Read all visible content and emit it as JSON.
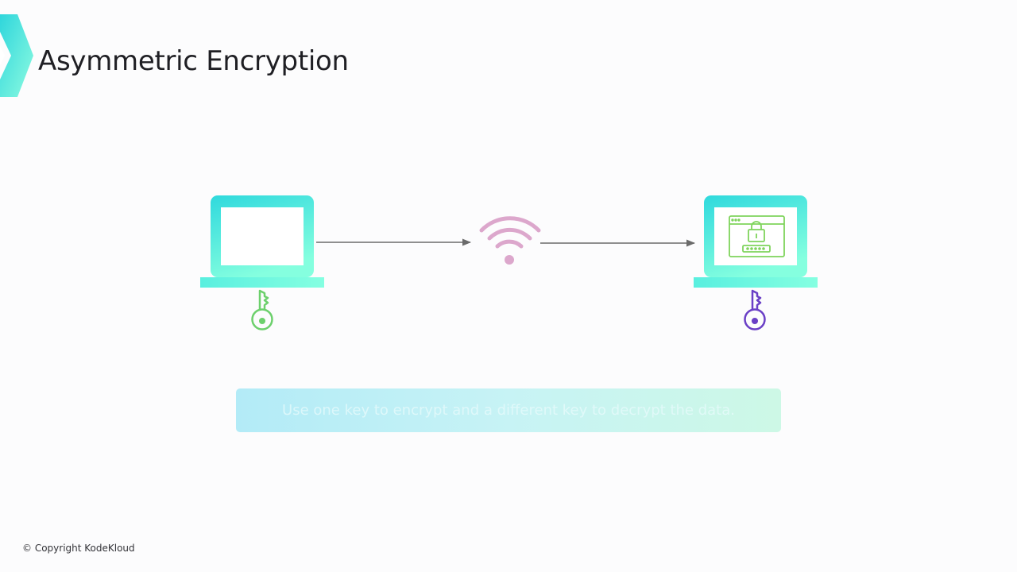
{
  "title": "Asymmetric Encryption",
  "caption": "Use one key to encrypt and a different key to decrypt the data.",
  "copyright": "© Copyright KodeKloud",
  "diagram": {
    "nodes": [
      {
        "role": "sender",
        "icon": "laptop-icon"
      },
      {
        "role": "network",
        "icon": "wifi-icon"
      },
      {
        "role": "receiver",
        "icon": "laptop-with-secure-browser-icon"
      }
    ],
    "keys": [
      {
        "owner": "sender",
        "icon": "key-icon",
        "color": "#6cd06c"
      },
      {
        "owner": "receiver",
        "icon": "key-icon",
        "color": "#6a3fc6"
      }
    ],
    "edges": [
      {
        "from": "sender",
        "to": "network"
      },
      {
        "from": "network",
        "to": "receiver"
      }
    ]
  },
  "colors": {
    "laptop_gradient_start": "#2fd9dd",
    "laptop_gradient_end": "#85ffdf",
    "wifi": "#dca7cc",
    "arrow": "#6b6b6b",
    "lock_screen": "#7fd45c"
  }
}
